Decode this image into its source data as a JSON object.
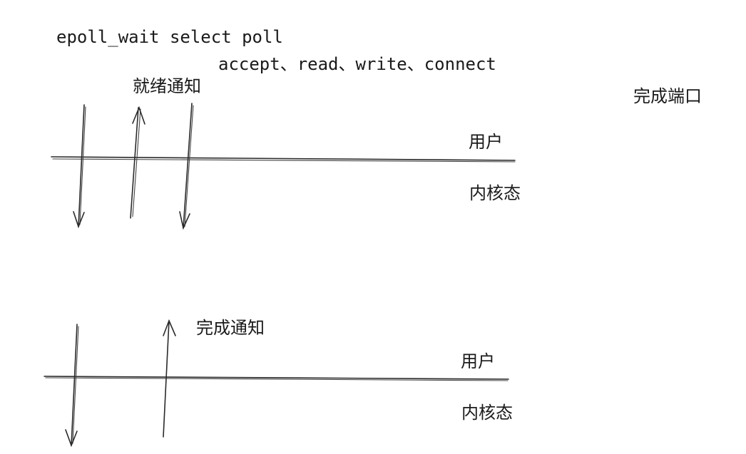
{
  "top": {
    "functions_label": "epoll_wait select poll",
    "ops_label": "accept、read、write、connect",
    "ready_notify_label": "就绪通知",
    "completion_port_label": "完成端口",
    "user_label": "用户",
    "kernel_label": "内核态"
  },
  "bottom": {
    "complete_notify_label": "完成通知",
    "user_label": "用户",
    "kernel_label": "内核态"
  }
}
